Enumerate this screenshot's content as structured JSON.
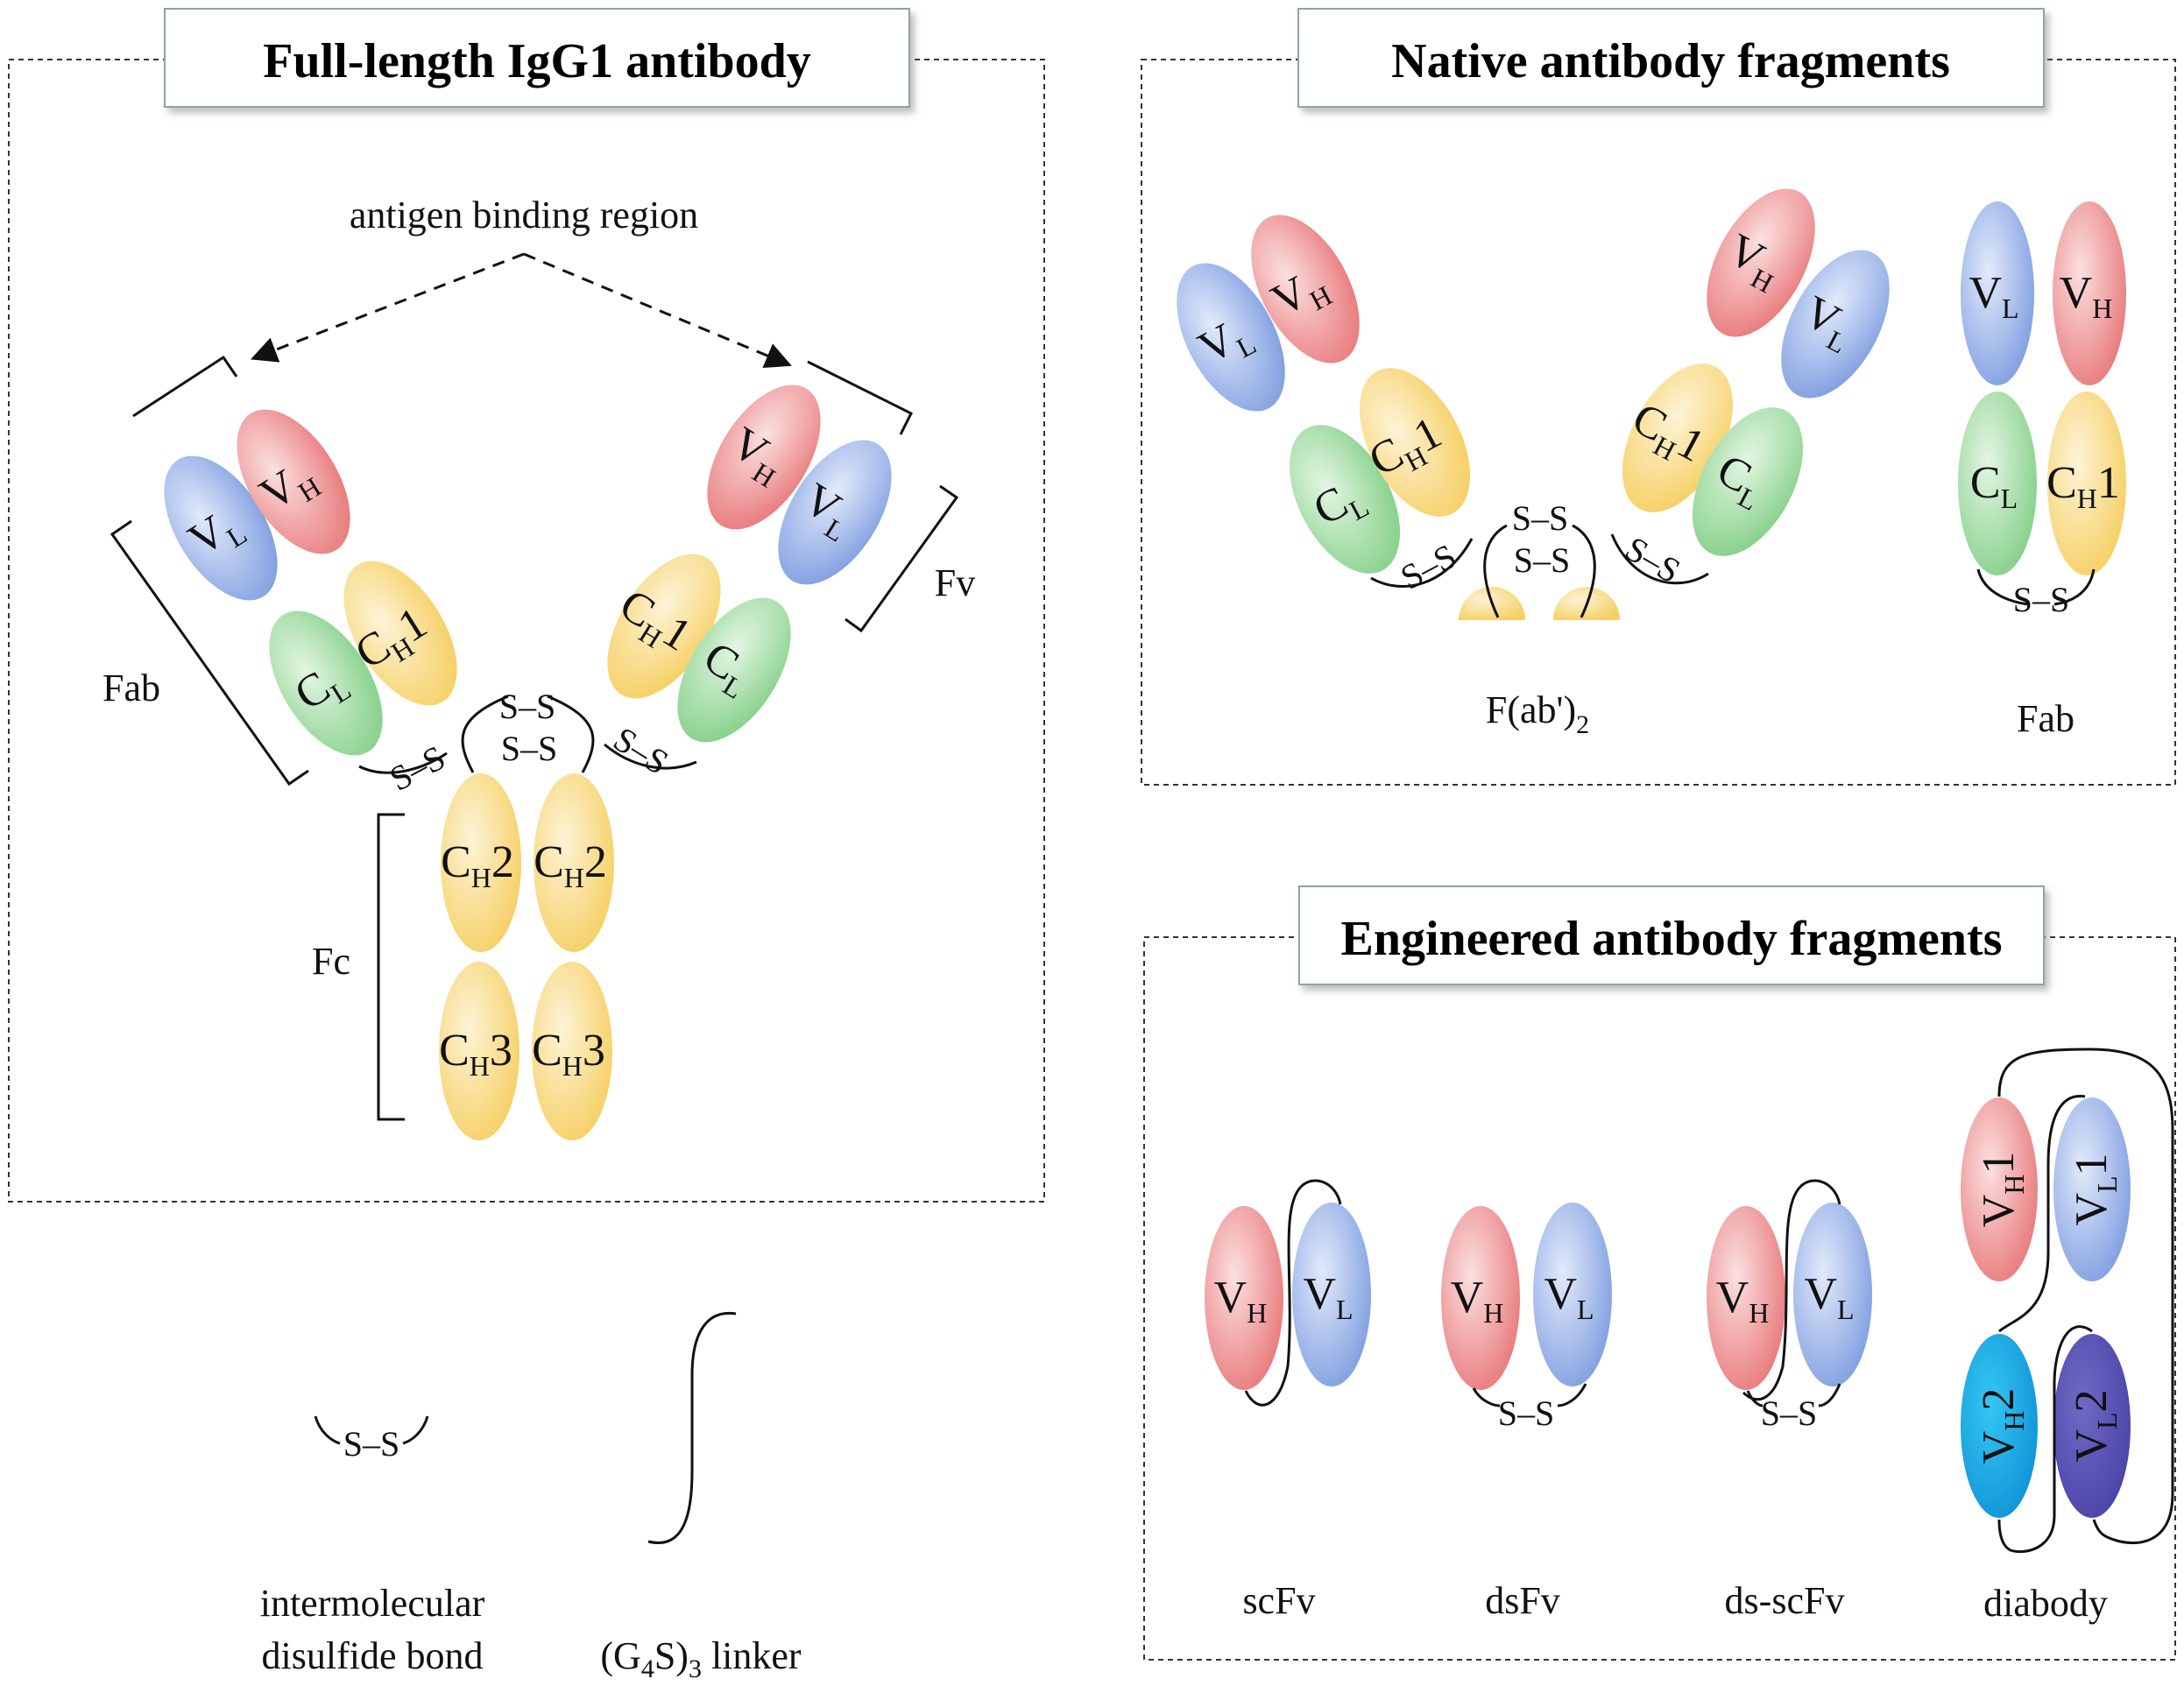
{
  "panels": {
    "full_length": {
      "title": "Full-length IgG1 antibody"
    },
    "native": {
      "title": "Native antibody fragments"
    },
    "engineered": {
      "title": "Engineered antibody fragments"
    }
  },
  "full_length": {
    "antigen_label": "antigen binding region",
    "fab_label": "Fab",
    "fv_label": "Fv",
    "fc_label": "Fc",
    "ss_hinge_1": "S–S",
    "ss_hinge_2": "S–S",
    "ss_left": "S–S",
    "ss_right": "S–S"
  },
  "native": {
    "fab2_label_main": "F(ab')",
    "fab2_label_sub": "2",
    "fab_label": "Fab",
    "ss_hinge_1": "S–S",
    "ss_hinge_2": "S–S",
    "ss_left": "S–S",
    "ss_right": "S–S",
    "ss_fab": "S–S"
  },
  "engineered": {
    "scfv_label": "scFv",
    "dsfv_label": "dsFv",
    "dsscfv_label": "ds-scFv",
    "diabody_label": "diabody",
    "ss_dsfv": "S–S",
    "ss_dsscfv": "S–S"
  },
  "legend": {
    "disulfide_symbol": "S–S",
    "disulfide_line1": "intermolecular",
    "disulfide_line2": "disulfide bond",
    "linker_prefix": "(G",
    "linker_sub1": "4",
    "linker_mid": "S)",
    "linker_sub2": "3",
    "linker_suffix": " linker"
  },
  "domains": {
    "VH": {
      "main": "V",
      "sub": "H"
    },
    "VL": {
      "main": "V",
      "sub": "L"
    },
    "CL": {
      "main": "C",
      "sub": "L"
    },
    "CH1": {
      "main": "C",
      "sub": "H",
      "suffix": "1"
    },
    "CH2": {
      "main": "C",
      "sub": "H",
      "suffix": "2"
    },
    "CH3": {
      "main": "C",
      "sub": "H",
      "suffix": "3"
    },
    "VH1": {
      "main": "V",
      "sub": "H",
      "suffix": "1"
    },
    "VL1": {
      "main": "V",
      "sub": "L",
      "suffix": "1"
    },
    "VH2": {
      "main": "V",
      "sub": "H",
      "suffix": "2"
    },
    "VL2": {
      "main": "V",
      "sub": "L",
      "suffix": "2"
    }
  },
  "colors": {
    "VH": "#e8787a",
    "VL": "#7f9ee0",
    "CL": "#84cf88",
    "CH": "#f6cf62",
    "VH2": "#1293d6",
    "VL2": "#4b44a6"
  }
}
